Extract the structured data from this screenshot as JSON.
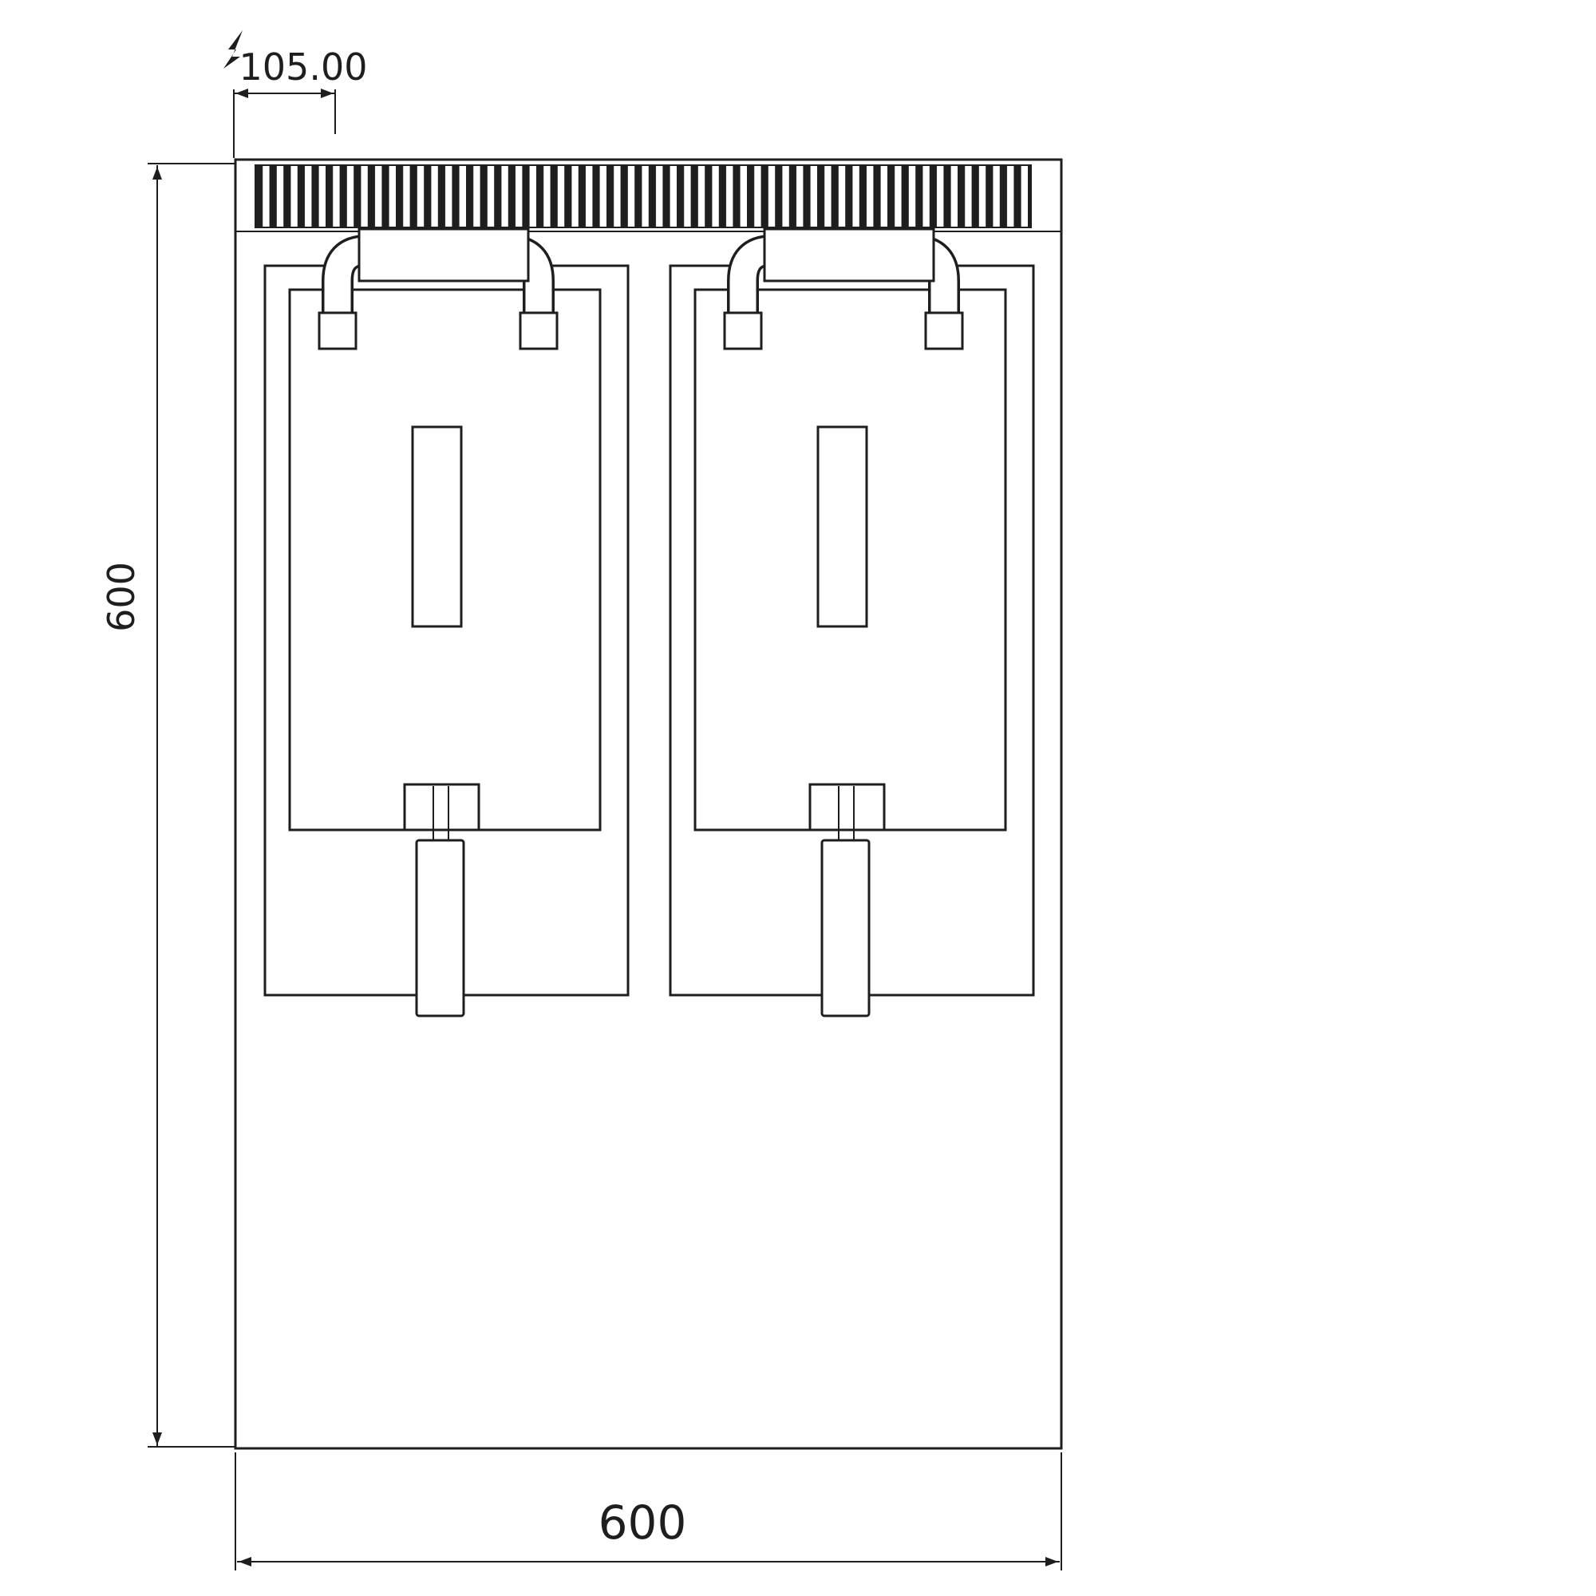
{
  "drawing": {
    "dim_electrical_offset": "105.00",
    "dim_height": "600",
    "dim_width": "600"
  }
}
